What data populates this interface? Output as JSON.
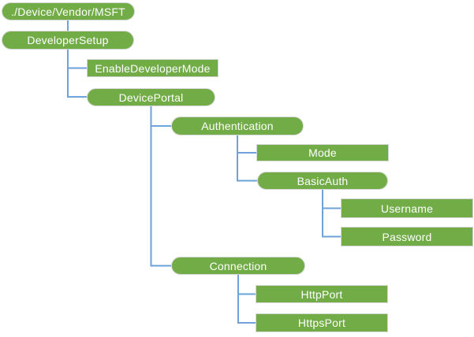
{
  "diagram_type": "tree",
  "colors": {
    "node_fill": "#71AC47",
    "node_border": "#D6D6D6",
    "node_text": "#FFFFFF",
    "connector": "#6EA2D9",
    "background": "#FFFFFF"
  },
  "nodes": {
    "root": {
      "label": "./Device/Vendor/MSFT",
      "shape": "pill",
      "parent": null
    },
    "developer_setup": {
      "label": "DeveloperSetup",
      "shape": "pill",
      "parent": "root"
    },
    "enable_developer_mode": {
      "label": "EnableDeveloperMode",
      "shape": "rect",
      "parent": "developer_setup"
    },
    "device_portal": {
      "label": "DevicePortal",
      "shape": "pill",
      "parent": "developer_setup"
    },
    "authentication": {
      "label": "Authentication",
      "shape": "pill",
      "parent": "device_portal"
    },
    "mode": {
      "label": "Mode",
      "shape": "rect",
      "parent": "authentication"
    },
    "basic_auth": {
      "label": "BasicAuth",
      "shape": "pill",
      "parent": "authentication"
    },
    "username": {
      "label": "Username",
      "shape": "rect",
      "parent": "basic_auth"
    },
    "password": {
      "label": "Password",
      "shape": "rect",
      "parent": "basic_auth"
    },
    "connection": {
      "label": "Connection",
      "shape": "pill",
      "parent": "device_portal"
    },
    "http_port": {
      "label": "HttpPort",
      "shape": "rect",
      "parent": "connection"
    },
    "https_port": {
      "label": "HttpsPort",
      "shape": "rect",
      "parent": "connection"
    }
  }
}
